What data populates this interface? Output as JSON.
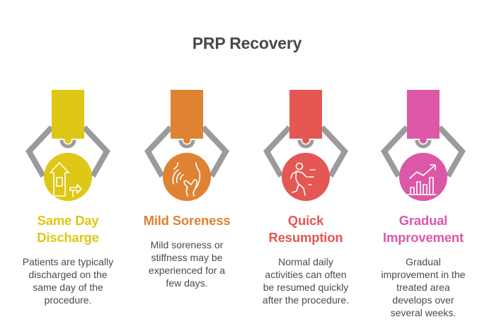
{
  "title": "PRP Recovery",
  "claw_color": "#9b9b9b",
  "steps": [
    {
      "heading_lines": [
        "Same Day",
        "Discharge"
      ],
      "description_lines": [
        "Patients are typically",
        "discharged on the",
        "same day of the",
        "procedure."
      ],
      "color": "#dfc715",
      "icon": "house-exit-arrow-icon"
    },
    {
      "heading_lines": [
        "Mild Soreness"
      ],
      "description_lines": [
        "Mild soreness or",
        "stiffness may be",
        "experienced for a",
        "few days."
      ],
      "color": "#df8232",
      "icon": "sore-shoulder-icon"
    },
    {
      "heading_lines": [
        "Quick",
        "Resumption"
      ],
      "description_lines": [
        "Normal daily",
        "activities can often",
        "be resumed quickly",
        "after the procedure."
      ],
      "color": "#e45753",
      "icon": "running-person-icon"
    },
    {
      "heading_lines": [
        "Gradual",
        "Improvement"
      ],
      "description_lines": [
        "Gradual",
        "improvement in the",
        "treated area",
        "develops over",
        "several weeks."
      ],
      "color": "#dc58a7",
      "icon": "growth-chart-icon"
    }
  ]
}
